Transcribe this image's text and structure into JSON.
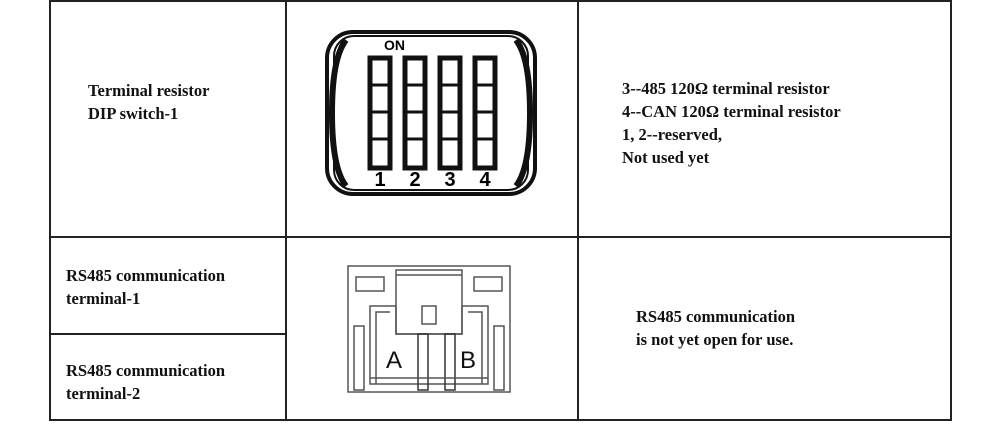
{
  "rows": [
    {
      "label_lines": [
        "Terminal resistor",
        "DIP switch-1"
      ],
      "image": {
        "on_label": "ON",
        "switch_numbers": [
          "1",
          "2",
          "3",
          "4"
        ]
      },
      "description_lines": [
        "3--485 120Ω terminal resistor",
        "4--CAN 120Ω terminal resistor",
        "1, 2--reserved,",
        "Not used yet"
      ]
    },
    {
      "label1_lines": [
        "RS485 communication",
        "terminal-1"
      ],
      "label2_lines": [
        "RS485 communication",
        "terminal-2"
      ],
      "image": {
        "pin_labels": [
          "A",
          "B"
        ]
      },
      "description_lines": [
        "RS485 communication",
        "is not yet open for use."
      ]
    }
  ]
}
